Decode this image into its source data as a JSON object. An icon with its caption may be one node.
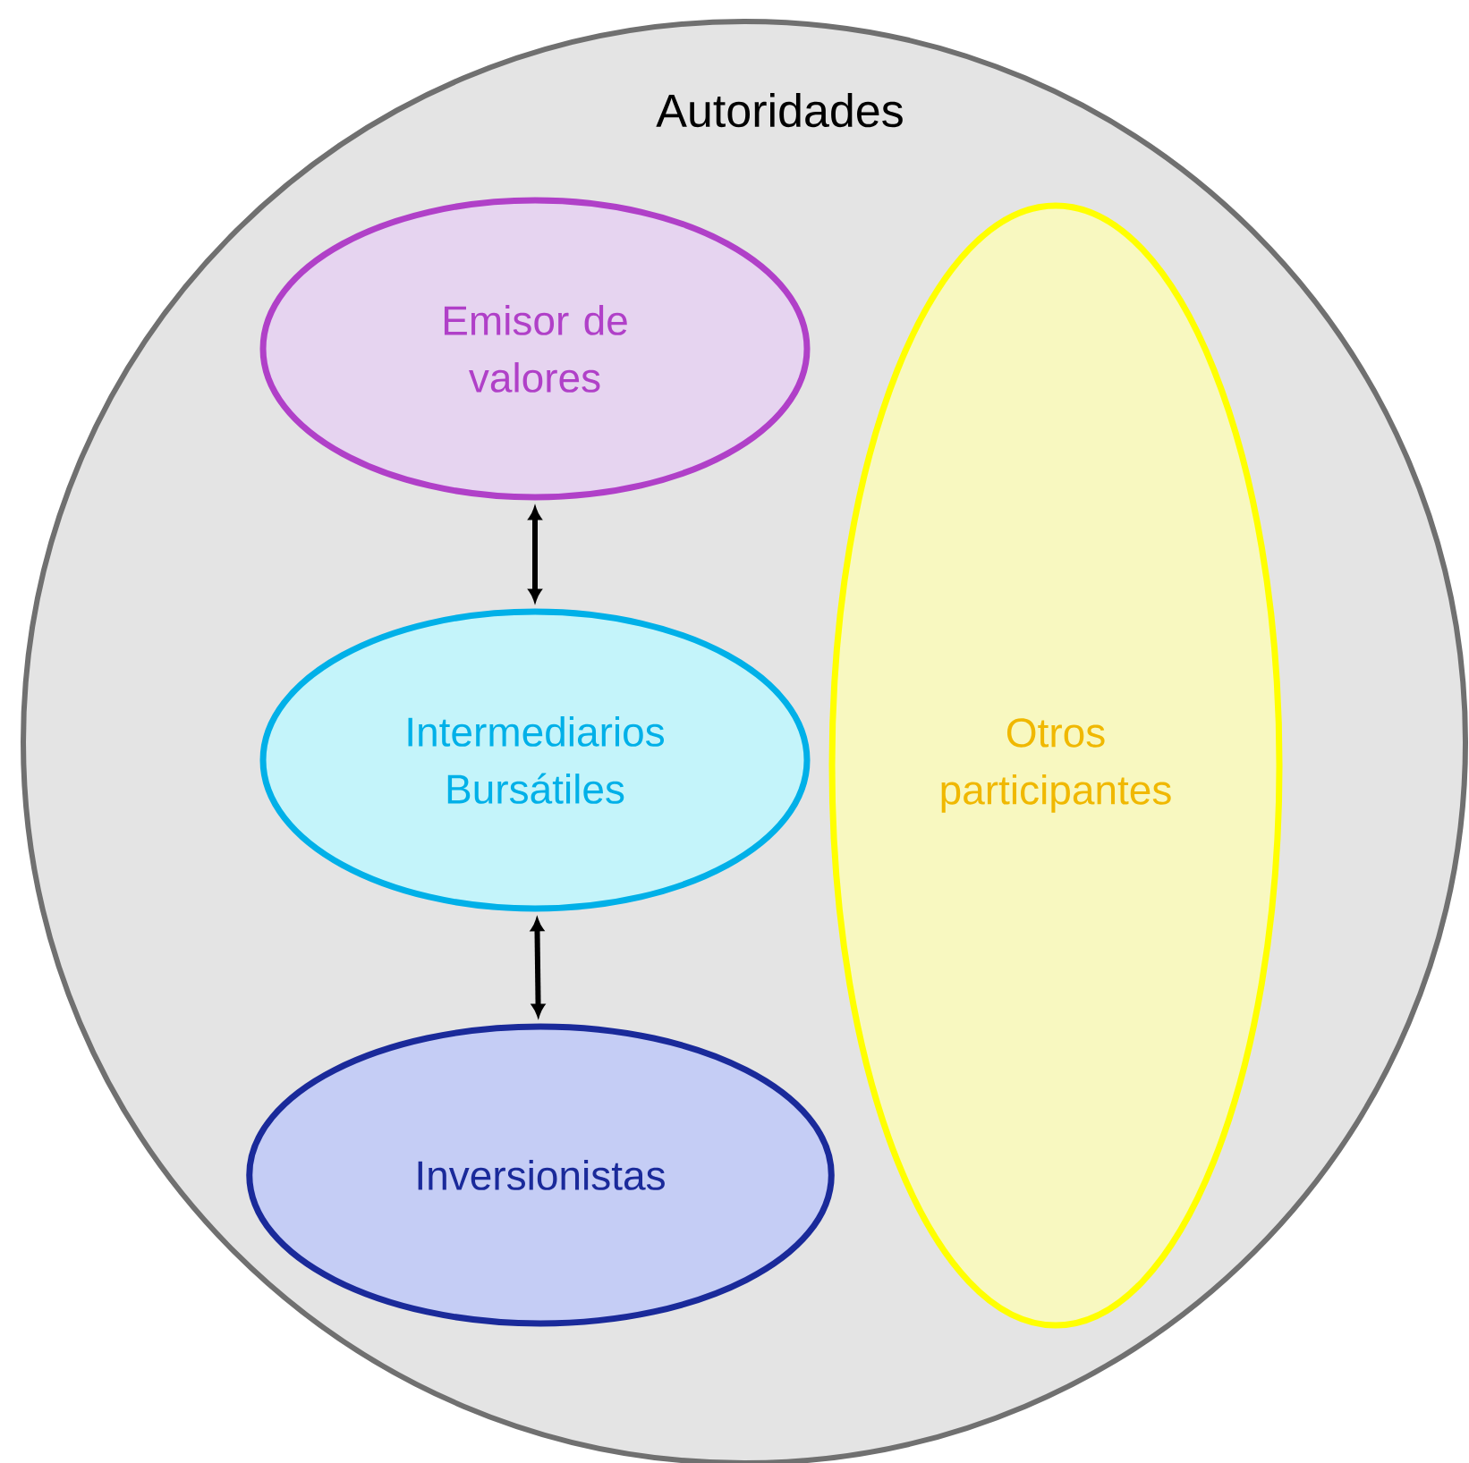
{
  "diagram": {
    "nodes": [
      {
        "text": [
          "Autoridades"
        ]
      },
      {
        "text": [
          "Emisor de valores"
        ],
        "in": 0
      },
      {
        "text": [
          "Intermediarios Bursátiles"
        ],
        "in": 0
      },
      {
        "text": [
          "Inversionistas"
        ],
        "in": 0
      },
      {
        "text": [
          "Otros participantes"
        ],
        "in": 0
      }
    ],
    "edges": [
      {
        "from": 1,
        "to": 2,
        "arrow": "both"
      },
      {
        "from": 2,
        "to": 3,
        "arrow": "both"
      }
    ]
  }
}
